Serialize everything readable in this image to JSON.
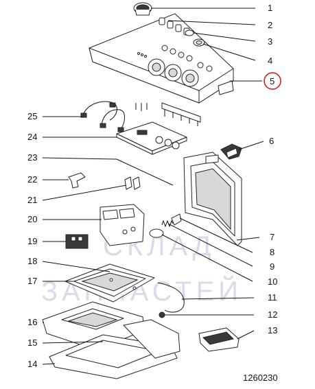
{
  "watermark": {
    "line1": "СКЛАД",
    "line2": "ЗАПЧАСТЕЙ",
    "color": "#b9bfd6"
  },
  "highlight_color": "#d0201a",
  "drawing_code": "1260230",
  "labels_right": [
    "1",
    "2",
    "3",
    "4",
    "5",
    "6",
    "7",
    "8",
    "9",
    "10",
    "11",
    "12",
    "13"
  ],
  "labels_left": [
    "25",
    "24",
    "23",
    "22",
    "21",
    "20",
    "19",
    "18",
    "17",
    "16",
    "15",
    "14"
  ],
  "highlighted_label": "5"
}
